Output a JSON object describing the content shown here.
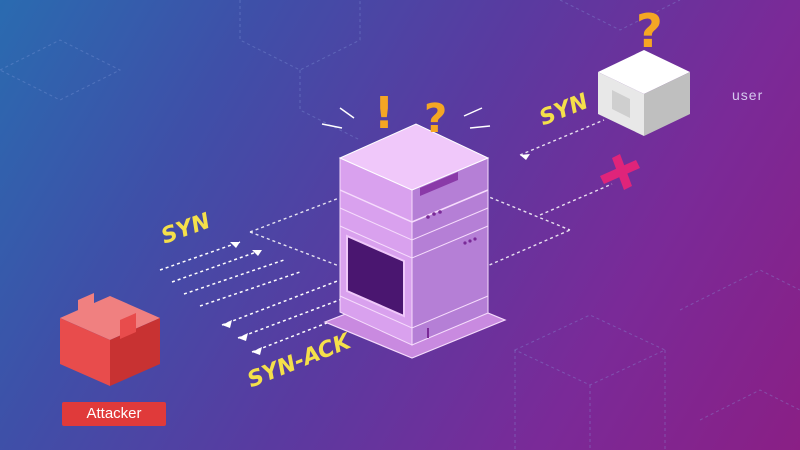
{
  "labels": {
    "syn_left": "SYN",
    "syn_right": "SYN",
    "syn_ack": "SYN-ACK",
    "user": "user",
    "attacker": "Attacker"
  },
  "marks": {
    "question": "?",
    "exclamation": "!"
  },
  "colors": {
    "background_start": "#2a6bb0",
    "background_end": "#8a1f85",
    "server": "#e6b3f3",
    "attacker_box": "#e84c4c",
    "user_box": "#f0f0f0",
    "label_yellow": "#f5e04a",
    "question_orange": "#f5a623",
    "blocked_cross": "#e0247a"
  }
}
